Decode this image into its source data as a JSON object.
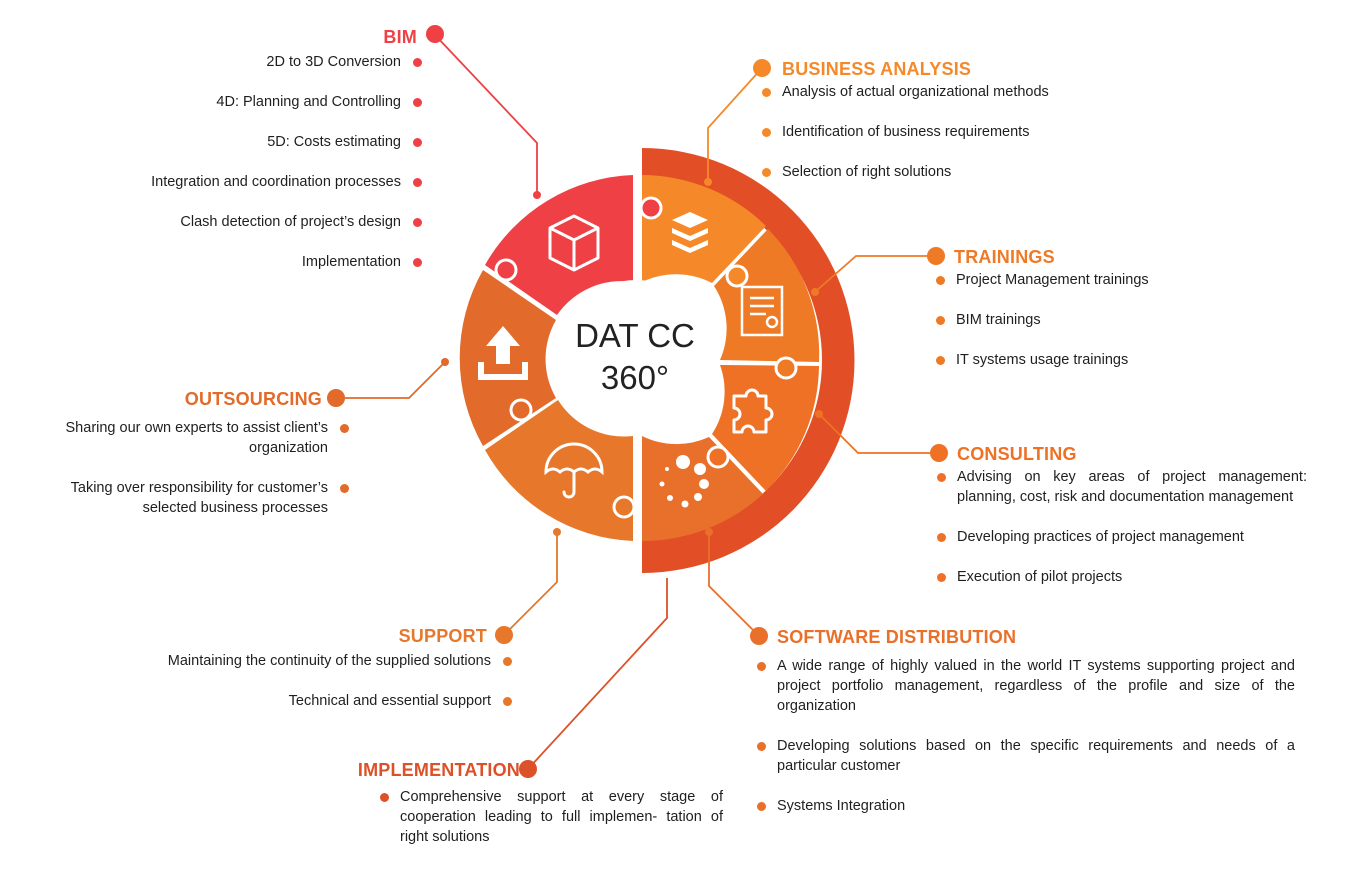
{
  "center": {
    "line1": "DAT CC",
    "line2": "360°"
  },
  "colors": {
    "bim": "#EE4045",
    "business_analysis": "#F5892A",
    "trainings": "#EE7A26",
    "consulting": "#EE7125",
    "software_distribution": "#E8702A",
    "implementation": "#DC5128",
    "support": "#E7772A",
    "outsourcing": "#E26A2A",
    "arc": "#E24E26"
  },
  "icons": {
    "bim": "cube-icon",
    "business_analysis": "layers-icon",
    "trainings": "certificate-icon",
    "consulting": "puzzle-icon",
    "software_distribution": "loading-dots-icon",
    "support": "umbrella-icon",
    "outsourcing": "upload-icon"
  },
  "sections": {
    "bim": {
      "title": "BIM",
      "items": [
        "2D to 3D Conversion",
        "4D: Planning and Controlling",
        "5D: Costs estimating",
        "Integration and coordination processes",
        "Clash detection of project’s design",
        "Implementation"
      ]
    },
    "business_analysis": {
      "title": "BUSINESS ANALYSIS",
      "items": [
        "Analysis of actual organizational methods",
        "Identification of business requirements",
        "Selection of right solutions"
      ]
    },
    "trainings": {
      "title": "TRAININGS",
      "items": [
        "Project Management trainings",
        "BIM trainings",
        "IT systems usage trainings"
      ]
    },
    "consulting": {
      "title": "CONSULTING",
      "items": [
        "Advising on key areas of project management: planning, cost, risk and documentation management",
        "Developing practices of project management",
        "Execution of pilot projects"
      ]
    },
    "software_distribution": {
      "title": "SOFTWARE DISTRIBUTION",
      "items": [
        "A wide range of highly valued in the world IT systems supporting project and project portfolio management, regardless of the profile and size of the organization",
        "Developing solutions based on the specific requirements and needs of a particular customer",
        "Systems Integration"
      ]
    },
    "implementation": {
      "title": "IMPLEMENTATION",
      "items": [
        "Comprehensive support at every stage of cooperation leading to full implemen- tation of right solutions"
      ]
    },
    "support": {
      "title": "SUPPORT",
      "items": [
        "Maintaining the continuity of the supplied solutions",
        "Technical and essential support"
      ]
    },
    "outsourcing": {
      "title": "OUTSOURCING",
      "items": [
        "Sharing our own experts to assist client’s organization",
        "Taking over responsibility for customer’s selected business processes"
      ]
    }
  }
}
